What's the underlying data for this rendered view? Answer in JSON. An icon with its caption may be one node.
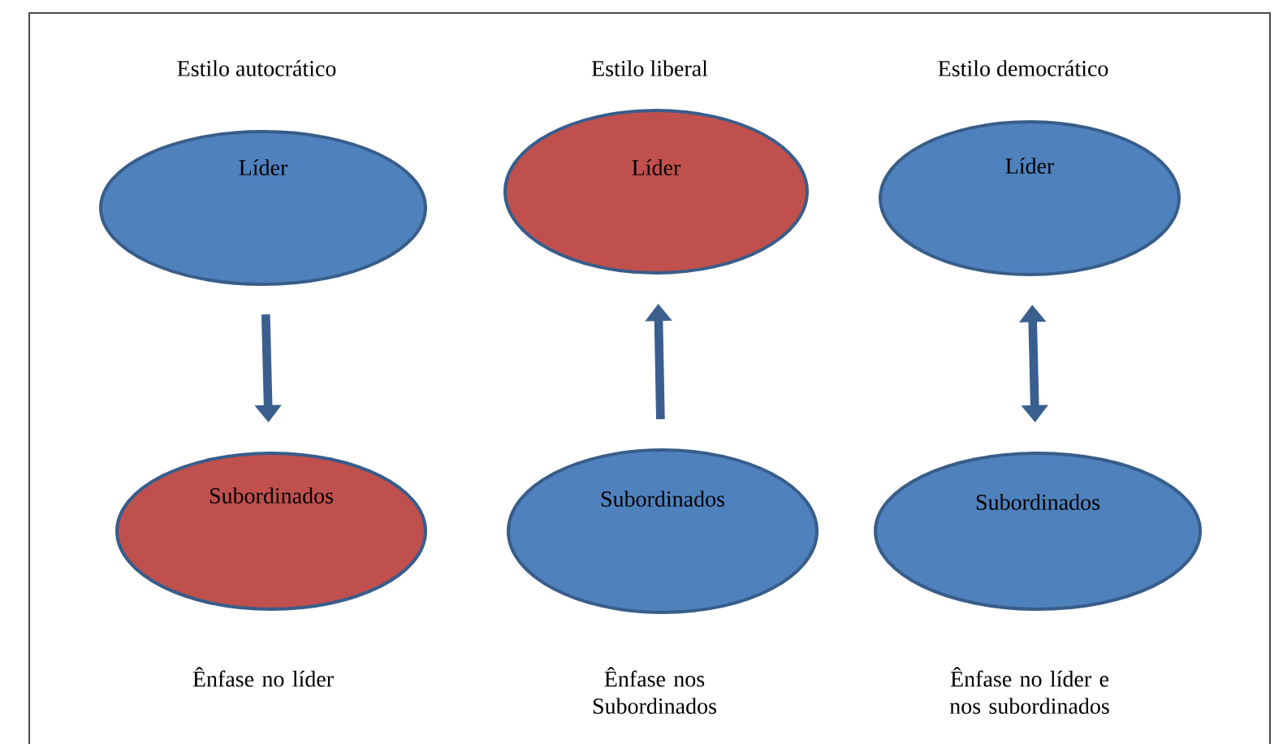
{
  "diagram": {
    "nodes": [
      {
        "text": [
          "Estilo autocrático",
          "Líder"
        ]
      },
      {
        "text": [
          "Subordinados"
        ],
        "beside": [
          "Ênfase no líder"
        ]
      },
      {
        "text": [
          "Estilo liberal",
          "Líder"
        ]
      },
      {
        "text": [
          "Subordinados"
        ],
        "beside": [
          "Ênfase nos Subordinados"
        ]
      },
      {
        "text": [
          "Estilo democrático",
          "Líder"
        ]
      },
      {
        "text": [
          "Subordinados"
        ],
        "beside": [
          "Ênfase no líder e nos subordinados"
        ]
      }
    ],
    "edges": [
      {
        "from": 0,
        "to": 1,
        "arrow": "to"
      },
      {
        "from": 3,
        "to": 2,
        "arrow": "to"
      },
      {
        "from": 4,
        "to": 5,
        "arrow": "both"
      }
    ]
  }
}
